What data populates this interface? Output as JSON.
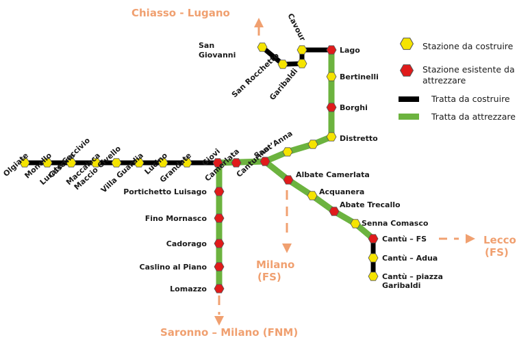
{
  "colors": {
    "new_track": "#000000",
    "equip_track": "#6cb33f",
    "new_station": "#f5e400",
    "existing_station": "#e01b1b",
    "destination": "#f0a070"
  },
  "legend": {
    "new_station": "Stazione da costruire",
    "existing_station_line1": "Stazione esistente da",
    "existing_station_line2": "attrezzare",
    "new_track": "Tratta da costruire",
    "equip_track": "Tratta da attrezzare"
  },
  "destinations": {
    "chiasso": "Chiasso - Lugano",
    "milano_line1": "Milano",
    "milano_line2": "(FS)",
    "saronno": "Saronno – Milano (FNM)",
    "lecco_line1": "Lecco",
    "lecco_line2": "(FS)"
  },
  "stations": {
    "olgiate": {
      "label": "Olgiate",
      "type": "new"
    },
    "monello": {
      "label": "Monello",
      "type": "new"
    },
    "lurate_cascina": {
      "label_line1": "Lurate Caccivio",
      "label_line2": "Cascina",
      "type": "new"
    },
    "maccaisca": {
      "label_line1": "Maccio Civello",
      "label_line2": "Maccaisca",
      "type": "new"
    },
    "villa_guardia": {
      "label": "Villa Guardia",
      "type": "new"
    },
    "lucino": {
      "label": "Lucino",
      "type": "new"
    },
    "grandate": {
      "label": "Grandate",
      "type": "new"
    },
    "giovi": {
      "label": "Giovi",
      "type": "existing"
    },
    "camerlata": {
      "label": "Camerlata",
      "type": "existing"
    },
    "canturina": {
      "label": "Canturina",
      "type": "existing"
    },
    "santanna": {
      "label": "Sant’Anna",
      "type": "new"
    },
    "distretto": {
      "label": "Distretto",
      "type": "new"
    },
    "borghi": {
      "label": "Borghi",
      "type": "existing"
    },
    "bertinelli": {
      "label": "Bertinelli",
      "type": "new"
    },
    "lago": {
      "label": "Lago",
      "type": "existing"
    },
    "cavour": {
      "label": "Cavour",
      "type": "new"
    },
    "garibaldi": {
      "label": "Garibaldi",
      "type": "new"
    },
    "san_rocchetto": {
      "label": "San Rocchetto",
      "type": "new"
    },
    "san_giovanni": {
      "label_line1": "San",
      "label_line2": "Giovanni",
      "type": "new"
    },
    "albate_camerlata": {
      "label": "Albate Camerlata",
      "type": "existing"
    },
    "acquanera": {
      "label": "Acquanera",
      "type": "new"
    },
    "abate_trecallo": {
      "label": "Abate Trecallo",
      "type": "existing"
    },
    "senna_comasco": {
      "label": "Senna Comasco",
      "type": "new"
    },
    "cantu_fs": {
      "label": "Cantù – FS",
      "type": "existing"
    },
    "cantu_adua": {
      "label": "Cantù – Adua",
      "type": "new"
    },
    "cantu_piazza": {
      "label_line1": "Cantù – piazza",
      "label_line2": "Garibaldi",
      "type": "new"
    },
    "portichetto": {
      "label": "Portichetto Luisago",
      "type": "existing"
    },
    "fino_mornasco": {
      "label": "Fino Mornasco",
      "type": "existing"
    },
    "cadorago": {
      "label": "Cadorago",
      "type": "existing"
    },
    "caslino": {
      "label": "Caslino al Piano",
      "type": "existing"
    },
    "lomazzo": {
      "label": "Lomazzo",
      "type": "existing"
    }
  }
}
